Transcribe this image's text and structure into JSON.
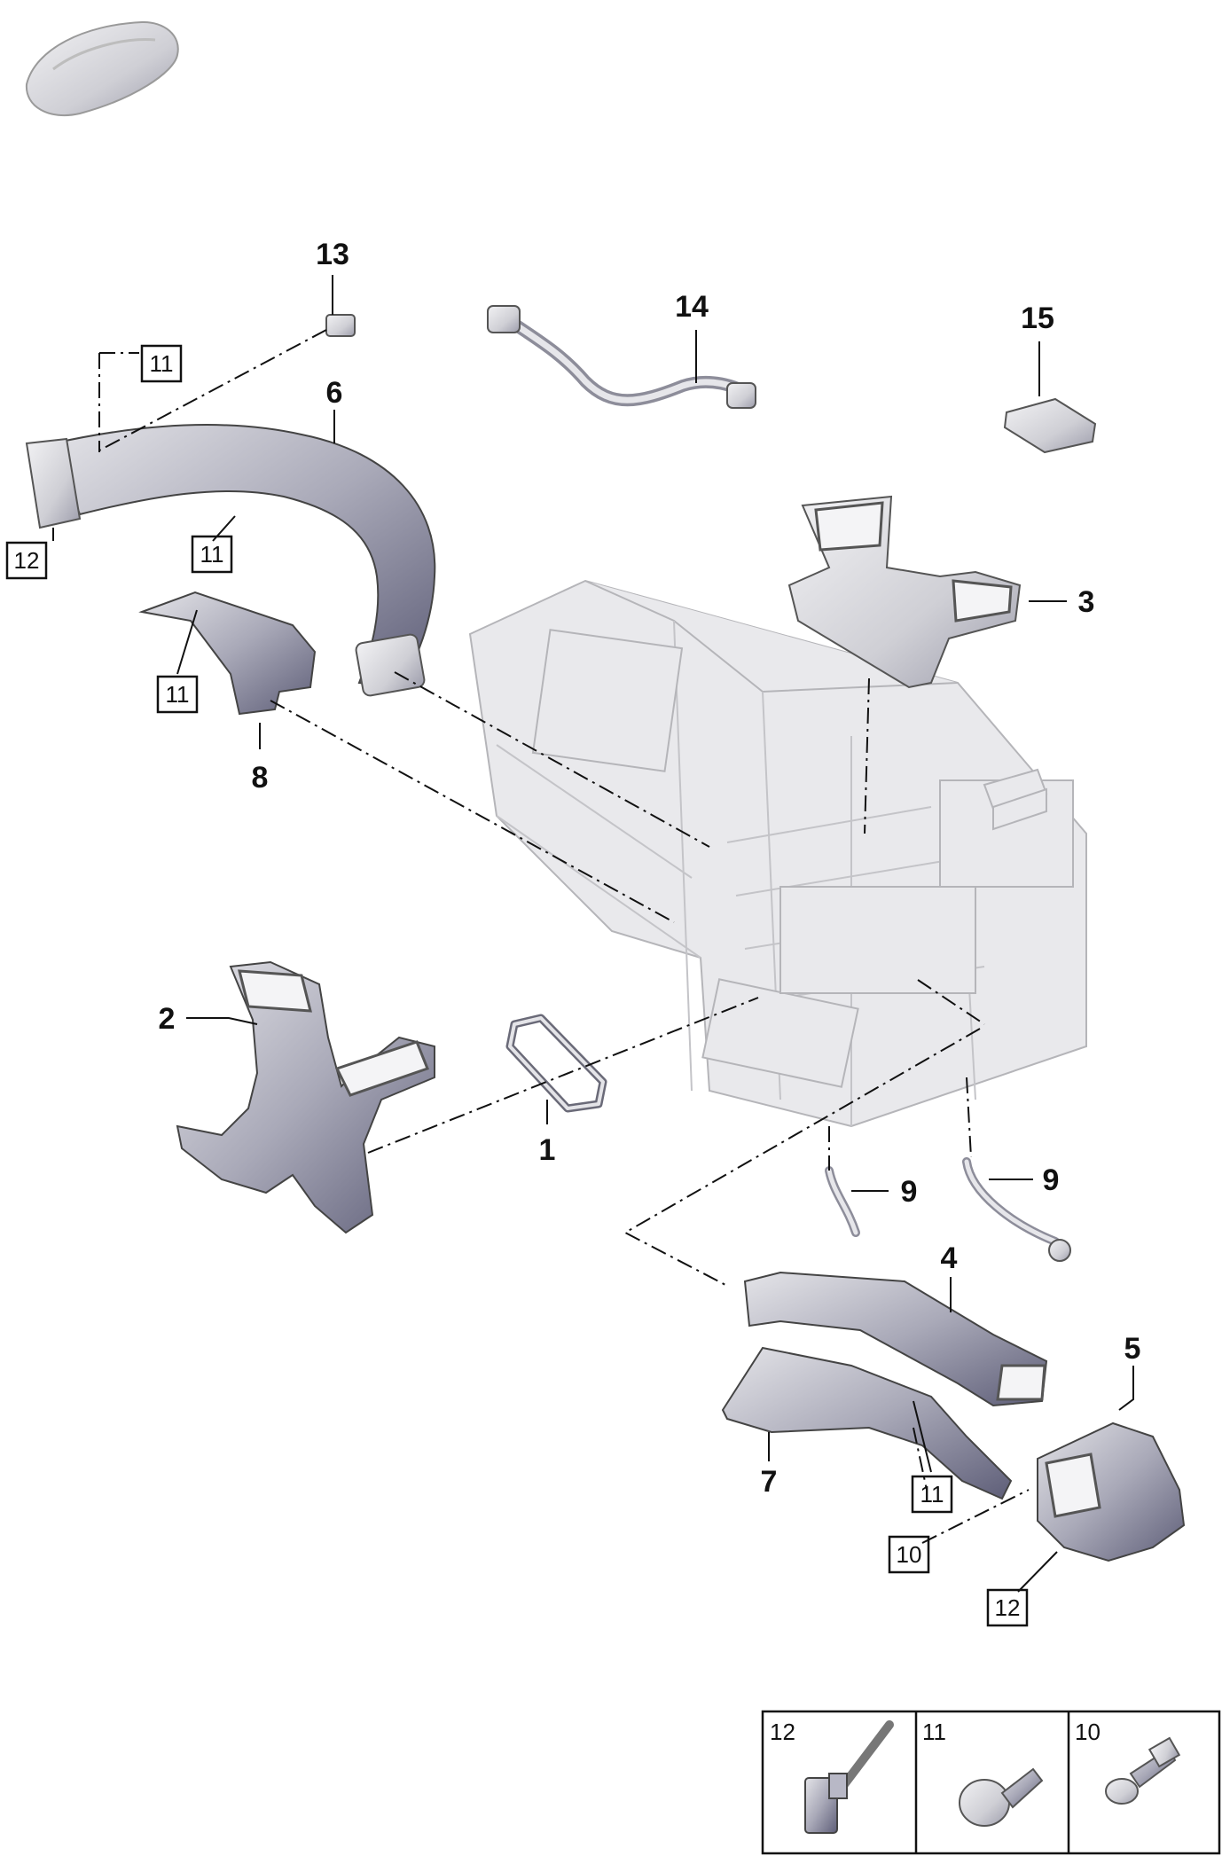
{
  "callouts": [
    {
      "id": "1",
      "label": "1"
    },
    {
      "id": "2",
      "label": "2"
    },
    {
      "id": "3",
      "label": "3"
    },
    {
      "id": "4",
      "label": "4"
    },
    {
      "id": "5",
      "label": "5"
    },
    {
      "id": "6",
      "label": "6"
    },
    {
      "id": "7",
      "label": "7"
    },
    {
      "id": "8",
      "label": "8"
    },
    {
      "id": "9a",
      "label": "9"
    },
    {
      "id": "9b",
      "label": "9"
    },
    {
      "id": "13",
      "label": "13"
    },
    {
      "id": "14",
      "label": "14"
    },
    {
      "id": "15",
      "label": "15"
    }
  ],
  "boxed_refs": [
    {
      "id": "b11-top",
      "label": "11"
    },
    {
      "id": "b12-left",
      "label": "12"
    },
    {
      "id": "b11-duct6",
      "label": "11"
    },
    {
      "id": "b11-duct8",
      "label": "11"
    },
    {
      "id": "b11-duct7",
      "label": "11"
    },
    {
      "id": "b10-duct5",
      "label": "10"
    },
    {
      "id": "b12-duct5",
      "label": "12"
    }
  ],
  "legend": [
    {
      "label": "12",
      "icon": "clip-connector-icon"
    },
    {
      "label": "11",
      "icon": "screw-icon"
    },
    {
      "label": "10",
      "icon": "bolt-nut-icon"
    }
  ],
  "colors": {
    "ink": "#111111",
    "part_fill": "#d8d8dc",
    "part_shadow": "#8a8a9c"
  }
}
